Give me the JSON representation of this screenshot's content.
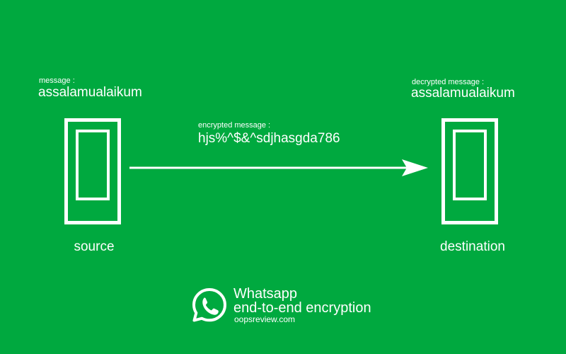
{
  "source": {
    "message_label": "message :",
    "message_text": "assalamualaikum",
    "caption": "source"
  },
  "channel": {
    "encrypted_label": "encrypted message :",
    "encrypted_text": "hjs%^$&^sdjhasgda786"
  },
  "destination": {
    "message_label": "decrypted message :",
    "message_text": "assalamualaikum",
    "caption": "destination"
  },
  "branding": {
    "app_name": "Whatsapp",
    "feature": "end-to-end encryption",
    "site": "oopsreview.com",
    "logo_icon": "whatsapp-logo-icon"
  },
  "colors": {
    "background": "#00a93f",
    "foreground": "#ffffff"
  }
}
